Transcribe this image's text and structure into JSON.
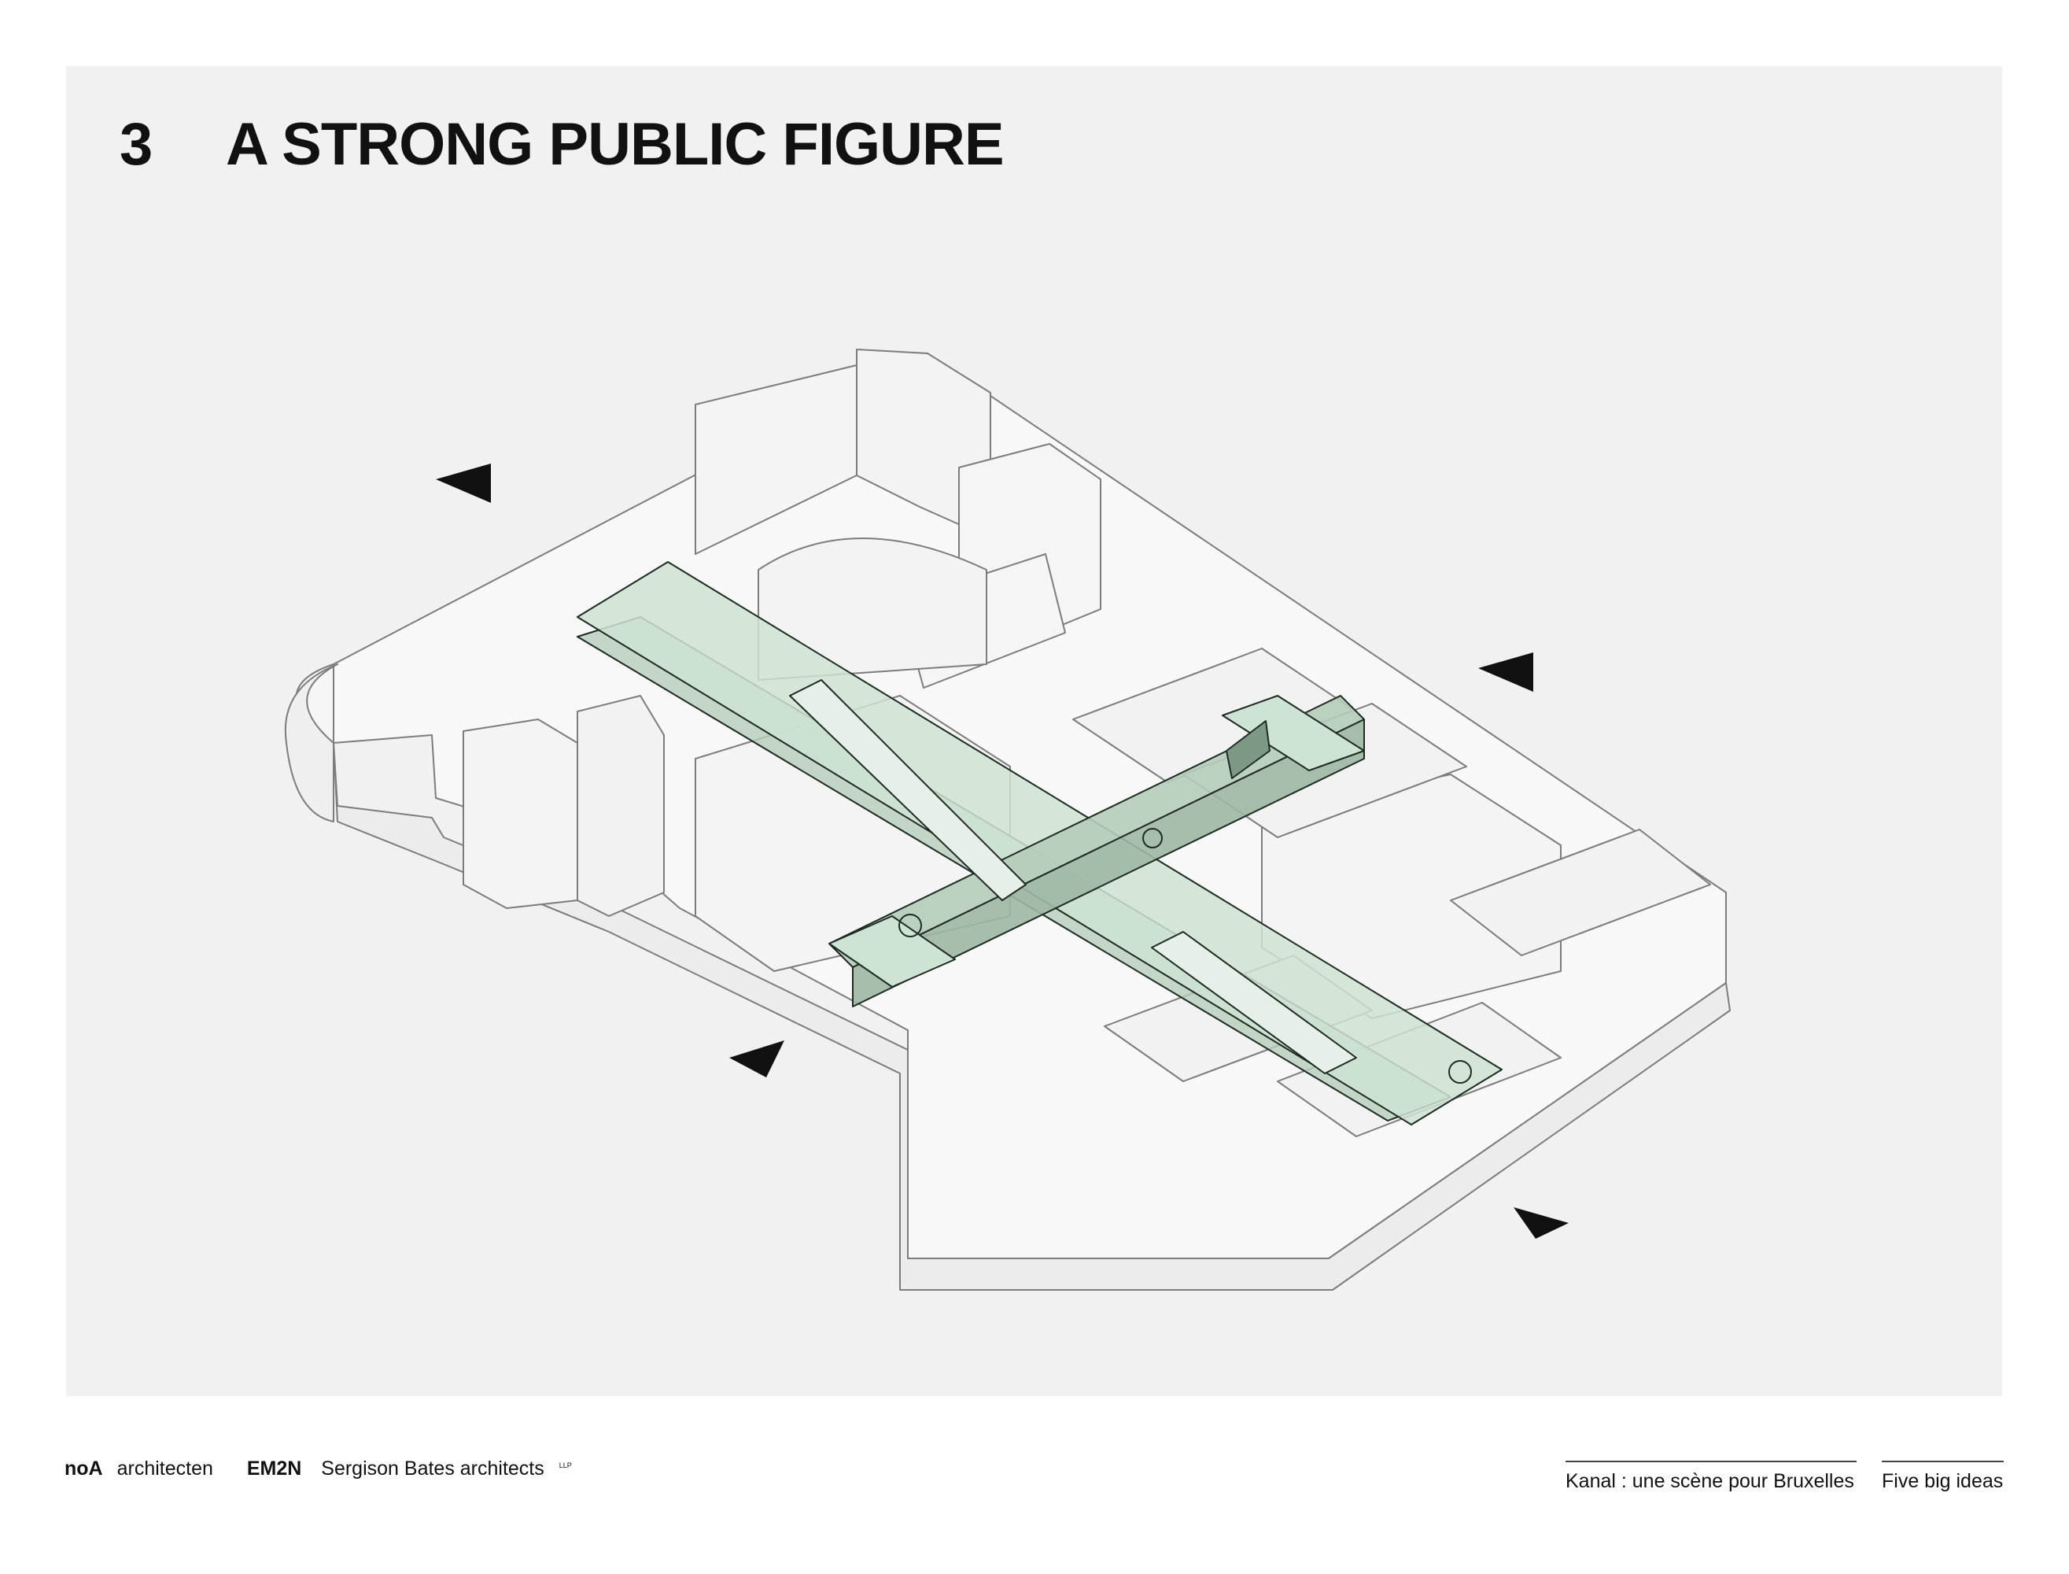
{
  "header": {
    "number": "3",
    "title": "A STRONG PUBLIC FIGURE"
  },
  "footer": {
    "firm1_bold": "noA",
    "firm1_rest": "architecten",
    "firm2": "EM2N",
    "firm3": "Sergison Bates architects",
    "firm3_suffix": "LLP",
    "project": "Kanal : une scène pour Bruxelles",
    "series": "Five big ideas"
  },
  "colors": {
    "panel": "#f1f1f1",
    "building_fill": "#f7f7f7",
    "building_line": "#7a7a7a",
    "green_light": "#cfe3d4",
    "green_dark": "#9fb7a4",
    "arrow": "#111111"
  },
  "icons": [
    "view-direction-arrow",
    "spiral-stair-icon"
  ]
}
